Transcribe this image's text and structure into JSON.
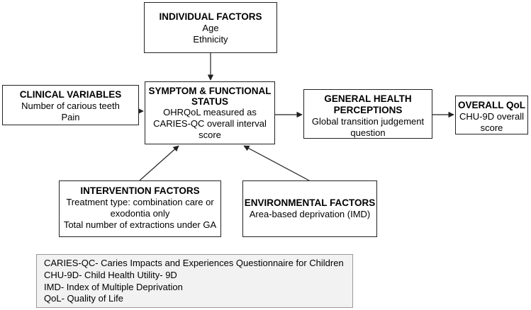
{
  "individual": {
    "title": "INDIVIDUAL FACTORS",
    "lines": [
      "Age",
      "Ethnicity"
    ]
  },
  "clinical": {
    "title": "CLINICAL VARIABLES",
    "lines": [
      "Number of carious teeth",
      "Pain"
    ]
  },
  "symptom": {
    "title_lines": [
      "SYMPTOM & FUNCTIONAL",
      "STATUS"
    ],
    "lines": [
      "OHRQoL measured as",
      "CARIES-QC overall interval",
      "score"
    ]
  },
  "general": {
    "title_lines": [
      "GENERAL HEALTH",
      "PERCEPTIONS"
    ],
    "lines": [
      "Global transition judgement",
      "question"
    ]
  },
  "overall": {
    "title": "OVERALL QoL",
    "lines": [
      "CHU-9D overall",
      "score"
    ]
  },
  "intervention": {
    "title": "INTERVENTION FACTORS",
    "lines": [
      "Treatment type: combination care or",
      "exodontia only",
      "Total number of extractions under GA"
    ]
  },
  "environmental": {
    "title": "ENVIRONMENTAL FACTORS",
    "lines": [
      "Area-based deprivation (IMD)"
    ]
  },
  "legend": {
    "lines": [
      "CARIES-QC- Caries Impacts and Experiences Questionnaire for Children",
      "CHU-9D- Child Health Utility- 9D",
      "IMD- Index of Multiple Deprivation",
      "QoL- Quality of Life"
    ]
  },
  "colors": {
    "border": "#222222",
    "legend_bg": "#f2f2f2",
    "arrow": "#222222"
  }
}
